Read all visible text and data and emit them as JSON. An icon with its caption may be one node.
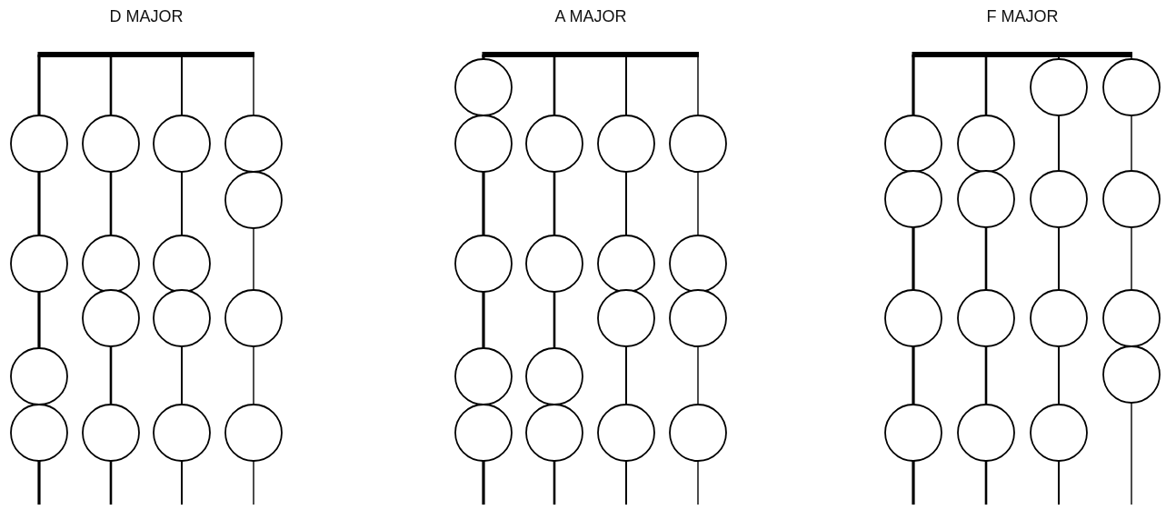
{
  "diagram": {
    "labels": [
      "D MAJOR",
      "A MAJOR",
      "F MAJOR"
    ]
  }
}
